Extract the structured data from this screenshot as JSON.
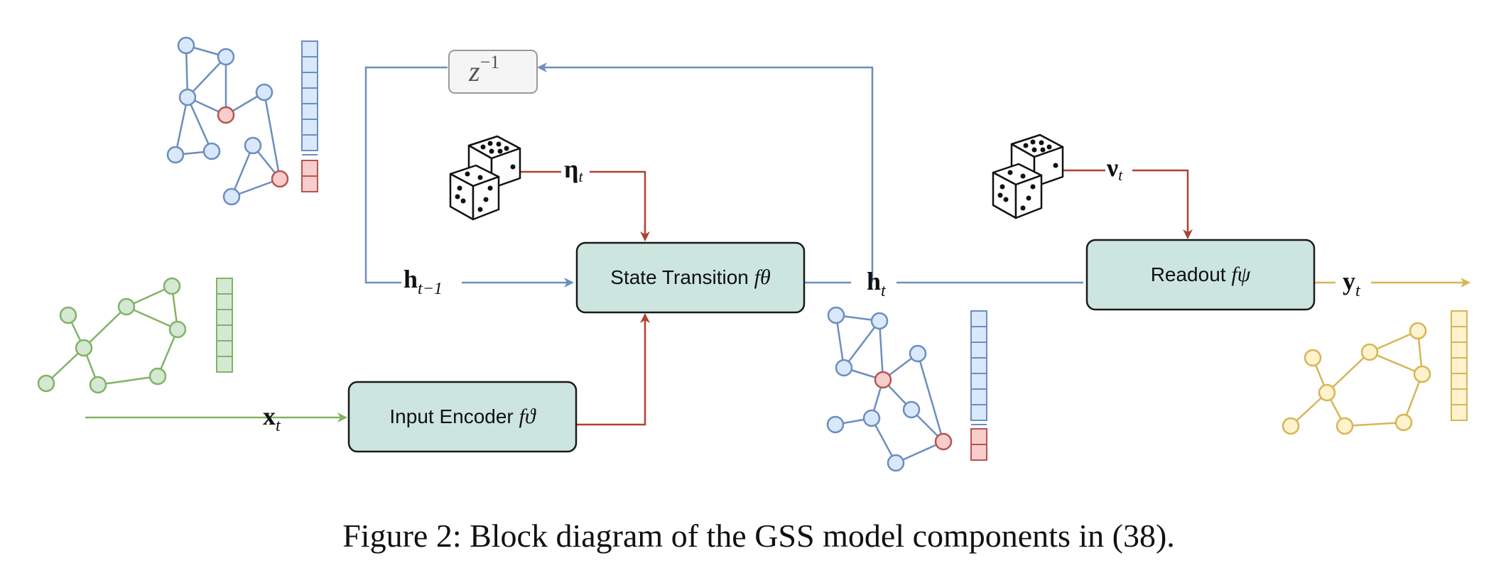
{
  "blocks": {
    "state_transition": "State Transition",
    "state_transition_fn": "fθ",
    "readout": "Readout",
    "readout_fn": "fψ",
    "input_encoder": "Input Encoder",
    "input_encoder_fn": "fϑ",
    "delay": "z",
    "delay_exp": "−1"
  },
  "signals": {
    "h_prev": "h",
    "h_prev_sub": "t−1",
    "h_t": "h",
    "h_t_sub": "t",
    "x_t": "x",
    "x_t_sub": "t",
    "y_t": "y",
    "y_t_sub": "t",
    "eta_t": "η",
    "eta_t_sub": "t",
    "nu_t": "ν",
    "nu_t_sub": "t"
  },
  "caption": "Figure 2: Block diagram of the GSS model components in (38).",
  "colors": {
    "blue_line": "#6c8ebf",
    "blue_fill": "#dae8fc",
    "red_line": "#b85450",
    "red_fill": "#f8cecc",
    "green_line": "#82b366",
    "green_fill": "#d5e8d4",
    "yellow_line": "#d6b656",
    "yellow_fill": "#fff2cc",
    "noise_arrow": "#ae4132",
    "block_fill": "#cce5df",
    "block_stroke": "#1a1a1a"
  }
}
